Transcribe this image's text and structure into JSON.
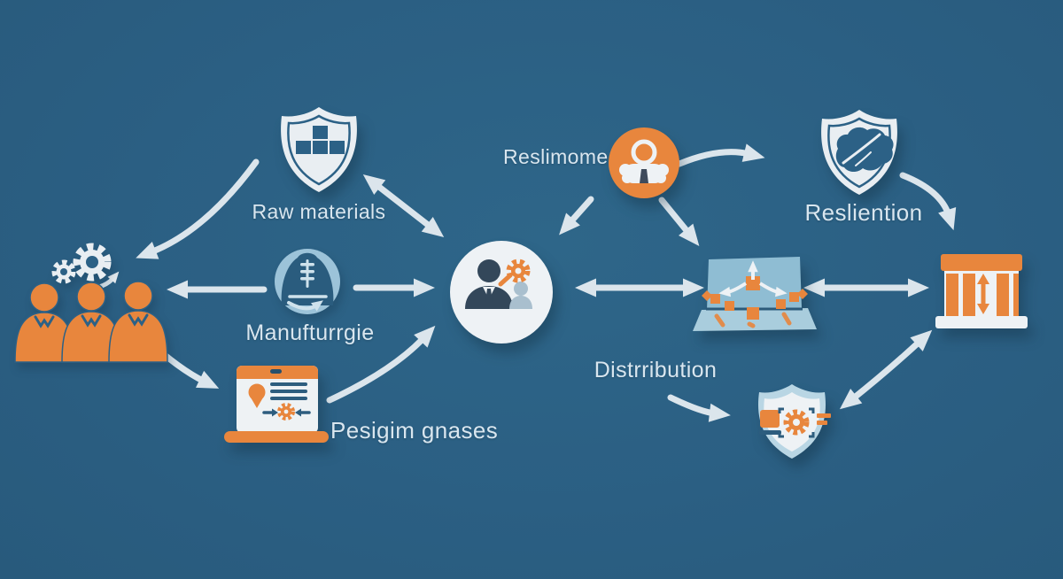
{
  "diagram_title": "supply-chain-flow-diagram",
  "colors": {
    "background": "#2c6186",
    "accent_orange": "#e8863d",
    "arrow_light": "#e3ebf1",
    "icon_white": "#eef2f5",
    "light_blue_circle": "#9cc3d9",
    "screen_blue": "#8fbdd3",
    "shield_outer_blue": "#b9d6e4",
    "dark_navy": "#33475a",
    "label_text": "#d9e6ef"
  },
  "labels": {
    "raw_materials": "Raw materials",
    "consumer": "Reslimome",
    "resilience": "Resliention",
    "manufacturing": "Manufturrgie",
    "design": "Pesigim gnases",
    "distribution": "Distrribution"
  },
  "icons": {
    "workers": "three-people-with-gears",
    "raw_materials": "shield-with-blocks",
    "manufacturing": "person-silhouette-circle-with-swoosh",
    "design": "laptop-with-pin-lines-and-gear",
    "central": "team-with-gear-in-circle",
    "consumer": "person-in-orange-circle",
    "resilience": "shield-with-handshake",
    "network": "laptop-with-org-chart",
    "bank": "bank-columns-with-updown-arrow",
    "secure_distribution": "shield-with-gear-and-brackets"
  }
}
